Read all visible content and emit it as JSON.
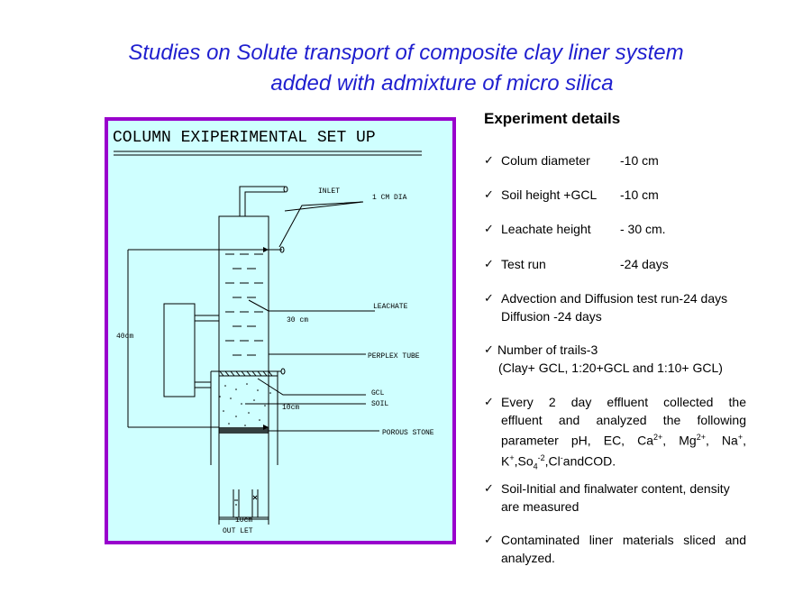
{
  "title": {
    "line1": "Studies on Solute transport  of  composite clay liner system",
    "line2": "added with admixture   of micro silica"
  },
  "diagram": {
    "heading": "COLUMN EXIPERIMENTAL SET UP",
    "labels": {
      "inlet": "INLET",
      "dia": "1 CM DIA",
      "leachate": "LEACHATE",
      "h30": "30 cm",
      "h40": "40cm",
      "perplex": "PERPLEX TUBE",
      "gcl": "GCL",
      "soil": "SOIL",
      "h10": "10cm",
      "porous": "POROUS STONE",
      "w10": "10cm",
      "outlet": "OUT LET"
    },
    "colors": {
      "background": "#cfffff",
      "border": "#9900cc",
      "line": "#000000"
    }
  },
  "details": {
    "heading": "Experiment  details",
    "items": {
      "diameter": {
        "label": "Colum  diameter",
        "value": "-10 cm"
      },
      "soil": {
        "label": "Soil height +GCL",
        "value": "-10 cm"
      },
      "leachate": {
        "label": "Leachate  height",
        "value": "- 30 cm."
      },
      "testrun": {
        "label": "Test run",
        "value": "-24 days"
      },
      "advection": {
        "line1": "Advection and Diffusion test run-24 days",
        "line2": "Diffusion -24 days"
      },
      "trails": {
        "line1": "Number of trails-3",
        "line2": "(Clay+ GCL, 1:20+GCL and  1:10+ GCL)"
      },
      "effluent": {
        "line1": "Every  2  day  effluent  collected  the",
        "line2": "effluent  and  analyzed  the   following",
        "line3a": "parameter  pH,  EC,  Ca",
        "sup1": "2+",
        "line3b": ",  Mg",
        "sup2": "2+",
        "line3c": ",  Na",
        "sup3": "+",
        "line3d": ",",
        "line4a": "K",
        "sup4": "+",
        "line4b": ",So",
        "sub1": "4",
        "sup5": "-2",
        "line4c": ",Cl",
        "sup6": "-",
        "line4d": "andCOD."
      },
      "soilinitial": {
        "line1": "Soil-Initial and finalwater content, density",
        "line2": "are  measured"
      },
      "contaminated": {
        "line1": "Contaminated liner materials sliced and",
        "line2": "analyzed."
      }
    },
    "check_icon": "check-mark-icon",
    "check_glyph": "✓"
  }
}
